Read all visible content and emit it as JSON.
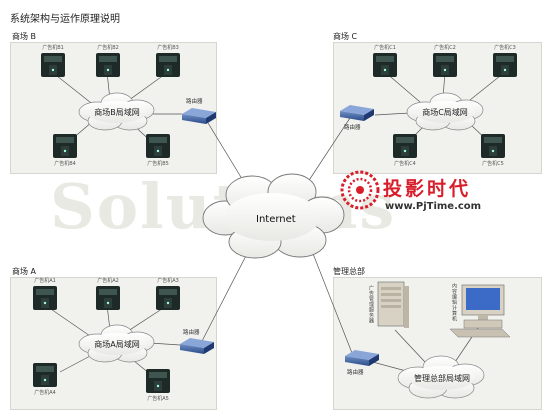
{
  "page": {
    "title": "系统架构与运作原理说明",
    "watermark": "Solutions"
  },
  "cloud": {
    "label": "Internet"
  },
  "panels": {
    "b": {
      "label": "商场 B",
      "lan": "商场B局域网",
      "router": "路由器",
      "devices": [
        "广告机B1",
        "广告机B2",
        "广告机B3",
        "广告机B4",
        "广告机B5"
      ]
    },
    "c": {
      "label": "商场 C",
      "lan": "商场C局域网",
      "router": "路由器",
      "devices": [
        "广告机C1",
        "广告机C2",
        "广告机C3",
        "广告机C4",
        "广告机C5"
      ]
    },
    "a": {
      "label": "商场  A",
      "lan": "商场A局域网",
      "router": "路由器",
      "devices": [
        "广告机A1",
        "广告机A2",
        "广告机A3",
        "广告机A4",
        "广告机A5"
      ]
    },
    "hq": {
      "label": "管理总部",
      "lan": "管理总部局域网",
      "router": "路由器",
      "server_label": "广告管理服务器",
      "pc_label": "内容编辑计算机"
    }
  },
  "brand": {
    "name": "投影时代",
    "url": "www.PjTime.com",
    "accent_color": "#d81e2a"
  }
}
